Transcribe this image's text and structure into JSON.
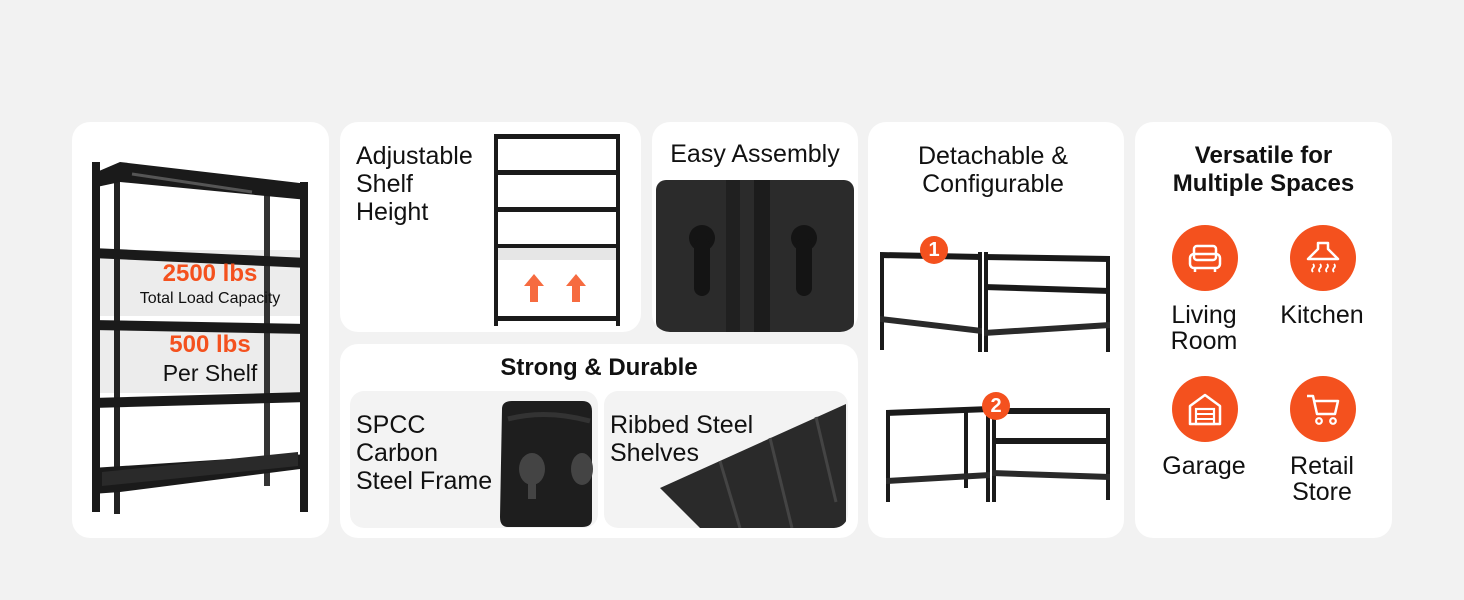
{
  "capacity": {
    "total_value": "2500 lbs",
    "total_label": "Total Load Capacity",
    "shelf_value": "500 lbs",
    "shelf_label": "Per Shelf"
  },
  "adjustable": {
    "line1": "Adjustable",
    "line2": "Shelf",
    "line3": "Height"
  },
  "assembly": {
    "title": "Easy Assembly"
  },
  "strong": {
    "title": "Strong & Durable",
    "frame_line1": "SPCC",
    "frame_line2": "Carbon",
    "frame_line3": "Steel Frame",
    "shelves_line1": "Ribbed Steel",
    "shelves_line2": "Shelves"
  },
  "detachable": {
    "line1": "Detachable &",
    "line2": "Configurable",
    "badge1": "1",
    "badge2": "2"
  },
  "versatile": {
    "line1": "Versatile for",
    "line2": "Multiple Spaces",
    "spaces": [
      {
        "icon": "sofa-icon",
        "line1": "Living",
        "line2": "Room"
      },
      {
        "icon": "range-hood-icon",
        "line1": "Kitchen",
        "line2": ""
      },
      {
        "icon": "garage-icon",
        "line1": "Garage",
        "line2": ""
      },
      {
        "icon": "shopping-cart-icon",
        "line1": "Retail",
        "line2": "Store"
      }
    ]
  },
  "colors": {
    "accent": "#f4511e",
    "background": "#f2f2f2",
    "card": "#ffffff",
    "steel": "#1a1a1a"
  }
}
